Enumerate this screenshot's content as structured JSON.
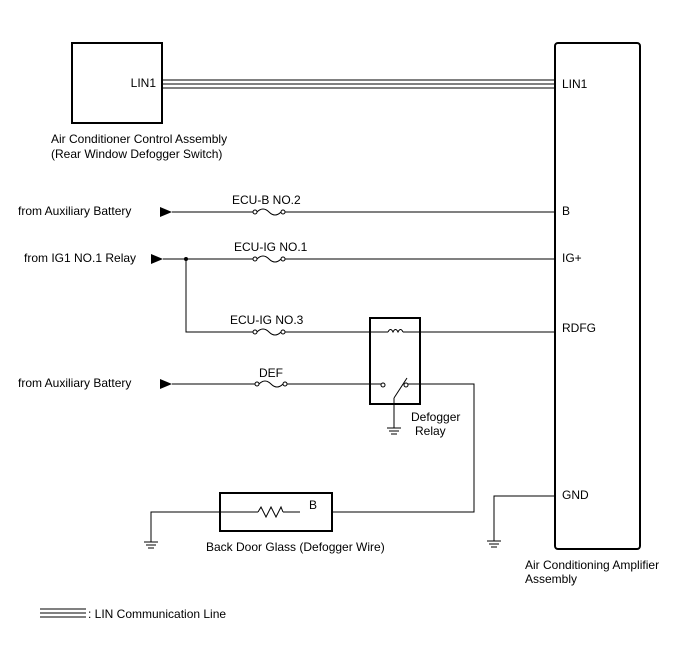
{
  "ac_control": {
    "pin": "LIN1",
    "name_line1": "Air Conditioner Control Assembly",
    "name_line2": "(Rear Window Defogger Switch)"
  },
  "amplifier": {
    "pins": {
      "lin1": "LIN1",
      "b": "B",
      "ig": "IG+",
      "rdfg": "RDFG",
      "gnd": "GND"
    },
    "name_line1": "Air Conditioning Amplifier",
    "name_line2": "Assembly"
  },
  "sources": {
    "aux_battery_1": "from Auxiliary Battery",
    "ig1_relay": "from IG1 NO.1 Relay",
    "aux_battery_2": "from Auxiliary Battery"
  },
  "fuses": {
    "ecu_b2": "ECU-B NO.2",
    "ecu_ig1": "ECU-IG NO.1",
    "ecu_ig3": "ECU-IG NO.3",
    "def": "DEF"
  },
  "relay": {
    "line1": "Defogger",
    "line2": "Relay"
  },
  "back_door": {
    "pin": "B",
    "name": "Back Door Glass (Defogger Wire)"
  },
  "legend": {
    "label": ": LIN Communication Line"
  }
}
